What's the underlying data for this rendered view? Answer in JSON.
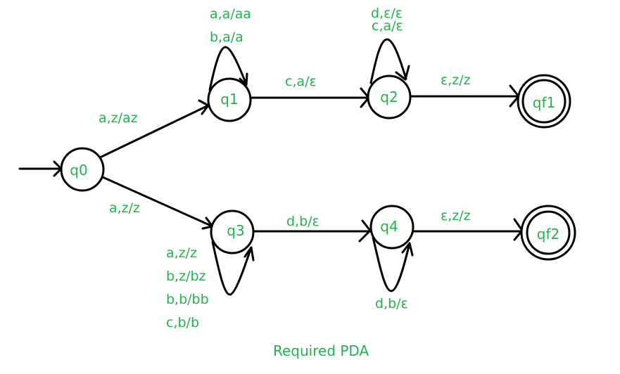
{
  "caption": "Required PDA",
  "colors": {
    "label": "#22b14c",
    "stroke": "#000000",
    "background": "#ffffff"
  },
  "start_state": "q0",
  "states": [
    {
      "id": "q0",
      "label": "q0",
      "accepting": false
    },
    {
      "id": "q1",
      "label": "q1",
      "accepting": false
    },
    {
      "id": "q2",
      "label": "q2",
      "accepting": false
    },
    {
      "id": "qf1",
      "label": "qf1",
      "accepting": true
    },
    {
      "id": "q3",
      "label": "q3",
      "accepting": false
    },
    {
      "id": "q4",
      "label": "q4",
      "accepting": false
    },
    {
      "id": "qf2",
      "label": "qf2",
      "accepting": true
    }
  ],
  "transitions": [
    {
      "id": "q0-q1",
      "from": "q0",
      "to": "q1",
      "labels": [
        "a,z/az"
      ]
    },
    {
      "id": "q0-q3",
      "from": "q0",
      "to": "q3",
      "labels": [
        "a,z/z"
      ]
    },
    {
      "id": "q1-q1",
      "from": "q1",
      "to": "q1",
      "labels": [
        "a,a/aa",
        "b,a/a"
      ]
    },
    {
      "id": "q1-q2",
      "from": "q1",
      "to": "q2",
      "labels": [
        "c,a/ε"
      ]
    },
    {
      "id": "q2-q2",
      "from": "q2",
      "to": "q2",
      "labels": [
        "d,ε/ε",
        "c,a/ε"
      ]
    },
    {
      "id": "q2-qf1",
      "from": "q2",
      "to": "qf1",
      "labels": [
        "ε,z/z"
      ]
    },
    {
      "id": "q3-q3",
      "from": "q3",
      "to": "q3",
      "labels": [
        "a,z/z",
        "b,z/bz",
        "b,b/bb",
        "c,b/b"
      ]
    },
    {
      "id": "q3-q4",
      "from": "q3",
      "to": "q4",
      "labels": [
        "d,b/ε"
      ]
    },
    {
      "id": "q4-q4",
      "from": "q4",
      "to": "q4",
      "labels": [
        "d,b/ε"
      ]
    },
    {
      "id": "q4-qf2",
      "from": "q4",
      "to": "qf2",
      "labels": [
        "ε,z/z"
      ]
    }
  ]
}
